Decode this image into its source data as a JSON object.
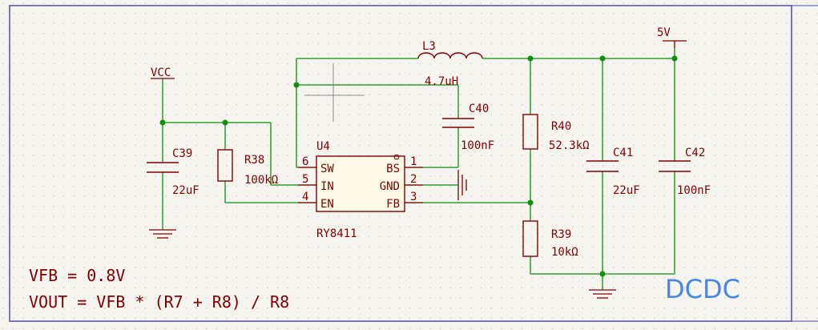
{
  "nets": {
    "vcc": "VCC",
    "v5": "5V"
  },
  "ic": {
    "ref": "U4",
    "value": "RY8411",
    "pins": [
      {
        "num": "6",
        "name": "SW"
      },
      {
        "num": "5",
        "name": "IN"
      },
      {
        "num": "4",
        "name": "EN"
      },
      {
        "num": "1",
        "name": "BS"
      },
      {
        "num": "2",
        "name": "GND"
      },
      {
        "num": "3",
        "name": "FB"
      }
    ]
  },
  "components": {
    "l3": {
      "ref": "L3",
      "value": "4.7uH"
    },
    "c40": {
      "ref": "C40",
      "value": "100nF"
    },
    "r40": {
      "ref": "R40",
      "value": "52.3kΩ"
    },
    "c41": {
      "ref": "C41",
      "value": "22uF"
    },
    "c42": {
      "ref": "C42",
      "value": "100nF"
    },
    "c39": {
      "ref": "C39",
      "value": "22uF"
    },
    "r38": {
      "ref": "R38",
      "value": "100kΩ"
    },
    "r39": {
      "ref": "R39",
      "value": "10kΩ"
    }
  },
  "notes": {
    "vfb": "VFB = 0.8V",
    "vout": "VOUT = VFB * (R7 + R8) / R8",
    "title": "DCDC"
  },
  "colors": {
    "wire": "#0f8f0f",
    "symbol": "#840000",
    "text": "#840000",
    "border": "#5050a0",
    "accent": "#4a86e8"
  }
}
